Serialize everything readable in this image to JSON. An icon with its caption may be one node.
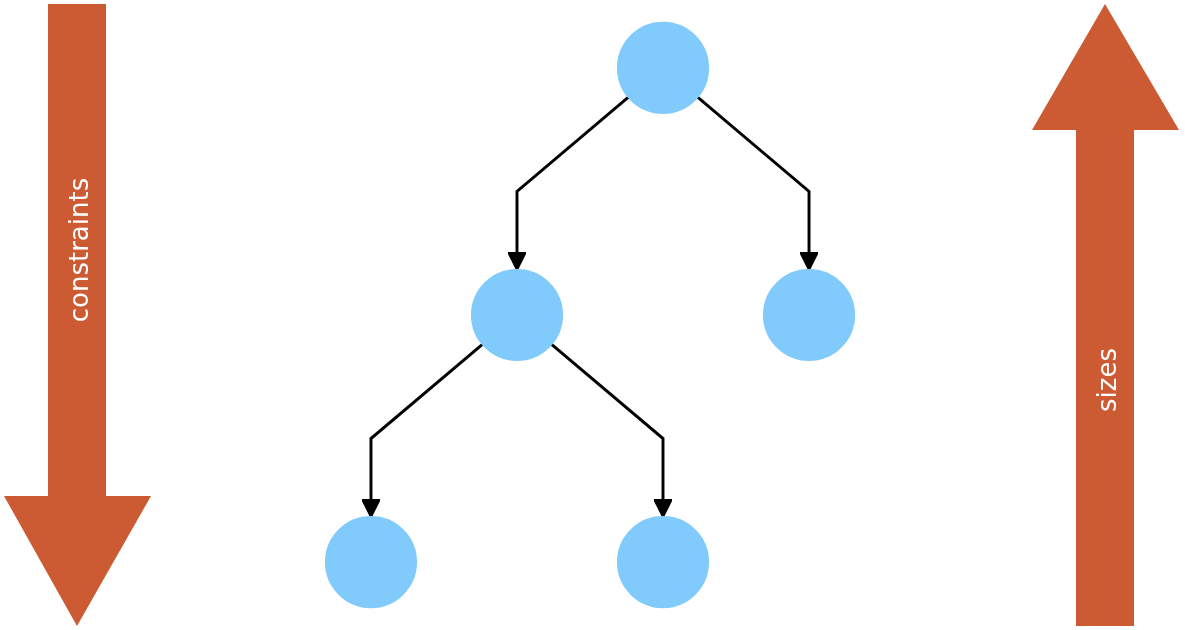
{
  "diagram": {
    "nodes": [
      {
        "text": [],
        "shape": "circle"
      },
      {
        "text": [],
        "shape": "circle"
      },
      {
        "text": [],
        "shape": "circle"
      },
      {
        "text": [],
        "shape": "circle"
      },
      {
        "text": [],
        "shape": "circle"
      }
    ],
    "edges": [
      {
        "from": 0,
        "to": 1,
        "arrow": "to"
      },
      {
        "from": 0,
        "to": 2,
        "arrow": "to"
      },
      {
        "from": 1,
        "to": 3,
        "arrow": "to"
      },
      {
        "from": 1,
        "to": 4,
        "arrow": "to"
      }
    ],
    "labels": [
      "constraints",
      "sizes"
    ]
  }
}
